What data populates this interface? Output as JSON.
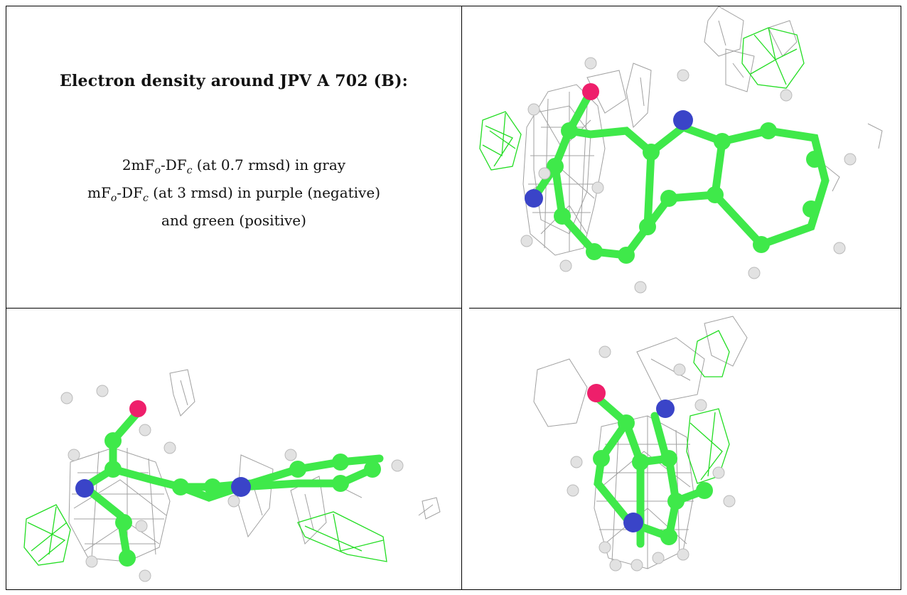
{
  "title": "Electron density around JPV A 702 (B):",
  "description": {
    "line1_prefix": "2mF",
    "line1_sub1": "o",
    "line1_mid": "-DF",
    "line1_sub2": "c",
    "line1_suffix": " (at 0.7 rmsd) in gray",
    "line2_prefix": "mF",
    "line2_sub1": "o",
    "line2_mid": "-DF",
    "line2_sub2": "c",
    "line2_suffix": " (at 3 rmsd) in purple (negative)",
    "line3": "and green (positive)"
  },
  "colors": {
    "carbon": "#3fe94a",
    "nitrogen": "#3a44c8",
    "oxygen": "#ee1f6b",
    "hydrogen": "#e2e2e2",
    "mesh_gray": "#9a9a9a",
    "mesh_green": "#22dd22"
  },
  "panels": [
    "view-top-right",
    "view-bottom-left",
    "view-bottom-right"
  ]
}
